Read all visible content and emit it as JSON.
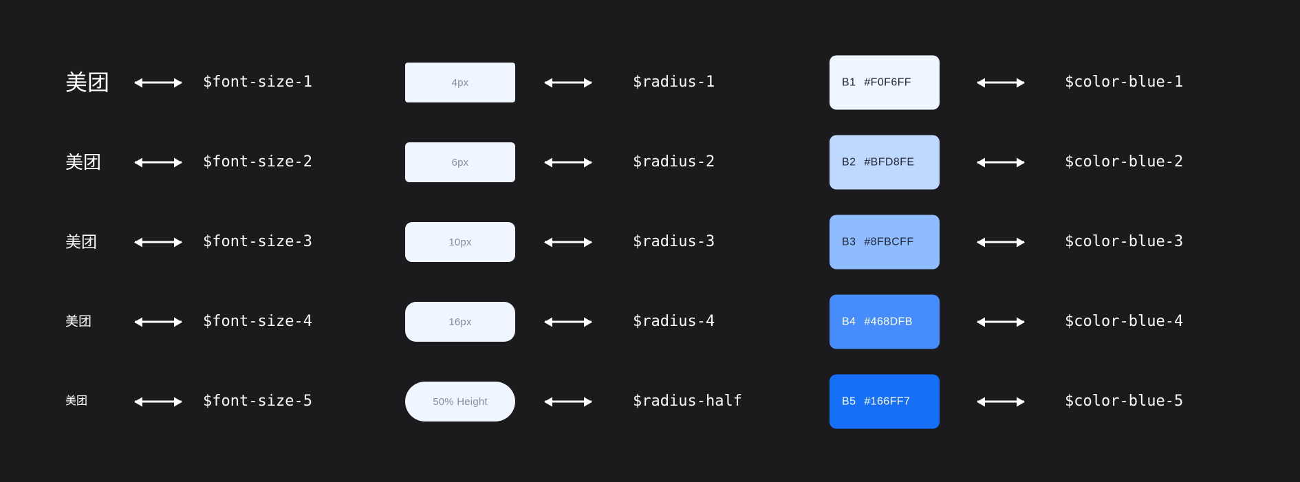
{
  "colors": {
    "background": "#1B1B1D",
    "sample_box_fill": "#F0F6FF",
    "sample_box_label_color": "#878E9B",
    "arrow_color": "#FFFFFF",
    "token_text_color": "#FAFAFA"
  },
  "rows": [
    {
      "brand_text": "美团",
      "font_token": "$font-size-1",
      "radius_label": "4px",
      "radius_token": "$radius-1",
      "swatch_code": "B1",
      "swatch_hex": "#F0F6FF",
      "swatch_bg": "#F0F6FF",
      "swatch_text_color": "#232A38",
      "color_token": "$color-blue-1"
    },
    {
      "brand_text": "美团",
      "font_token": "$font-size-2",
      "radius_label": "6px",
      "radius_token": "$radius-2",
      "swatch_code": "B2",
      "swatch_hex": "#BFD8FE",
      "swatch_bg": "#BFD8FE",
      "swatch_text_color": "#232A38",
      "color_token": "$color-blue-2"
    },
    {
      "brand_text": "美团",
      "font_token": "$font-size-3",
      "radius_label": "10px",
      "radius_token": "$radius-3",
      "swatch_code": "B3",
      "swatch_hex": "#8FBCFF",
      "swatch_bg": "#8FBCFF",
      "swatch_text_color": "#232A38",
      "color_token": "$color-blue-3"
    },
    {
      "brand_text": "美团",
      "font_token": "$font-size-4",
      "radius_label": "16px",
      "radius_token": "$radius-4",
      "swatch_code": "B4",
      "swatch_hex": "#468DFB",
      "swatch_bg": "#468DFB",
      "swatch_text_color": "#FFFFFF",
      "color_token": "$color-blue-4"
    },
    {
      "brand_text": "美团",
      "font_token": "$font-size-5",
      "radius_label": "50% Height",
      "radius_token": "$radius-half",
      "swatch_code": "B5",
      "swatch_hex": "#166FF7",
      "swatch_bg": "#166FF7",
      "swatch_text_color": "#FFFFFF",
      "color_token": "$color-blue-5"
    }
  ]
}
